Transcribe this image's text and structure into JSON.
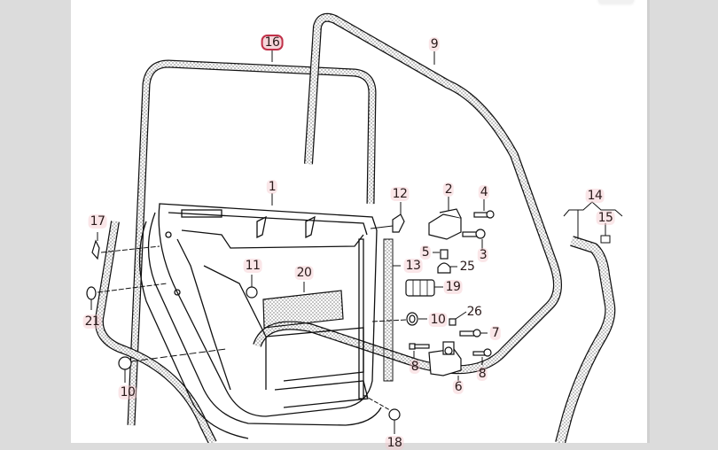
{
  "diagram": {
    "title": "Rear door exploded parts diagram",
    "highlight_color": "#c03048",
    "label_tint": "#f5c8cd",
    "callouts": [
      {
        "id": "c16",
        "text": "16",
        "highlighted": true
      },
      {
        "id": "c9",
        "text": "9"
      },
      {
        "id": "c1",
        "text": "1"
      },
      {
        "id": "c2",
        "text": "2"
      },
      {
        "id": "c4",
        "text": "4"
      },
      {
        "id": "c12",
        "text": "12"
      },
      {
        "id": "c14",
        "text": "14"
      },
      {
        "id": "c15",
        "text": "15"
      },
      {
        "id": "c17",
        "text": "17"
      },
      {
        "id": "c11",
        "text": "11"
      },
      {
        "id": "c20",
        "text": "20"
      },
      {
        "id": "c5",
        "text": "5"
      },
      {
        "id": "c3",
        "text": "3"
      },
      {
        "id": "c25",
        "text": "25"
      },
      {
        "id": "c13",
        "text": "13"
      },
      {
        "id": "c19",
        "text": "19"
      },
      {
        "id": "c21",
        "text": "21"
      },
      {
        "id": "c10a",
        "text": "10"
      },
      {
        "id": "c26",
        "text": "26"
      },
      {
        "id": "c7",
        "text": "7"
      },
      {
        "id": "c8a",
        "text": "8"
      },
      {
        "id": "c8b",
        "text": "8"
      },
      {
        "id": "c6",
        "text": "6"
      },
      {
        "id": "c10b",
        "text": "10"
      },
      {
        "id": "c18",
        "text": "18"
      }
    ]
  }
}
